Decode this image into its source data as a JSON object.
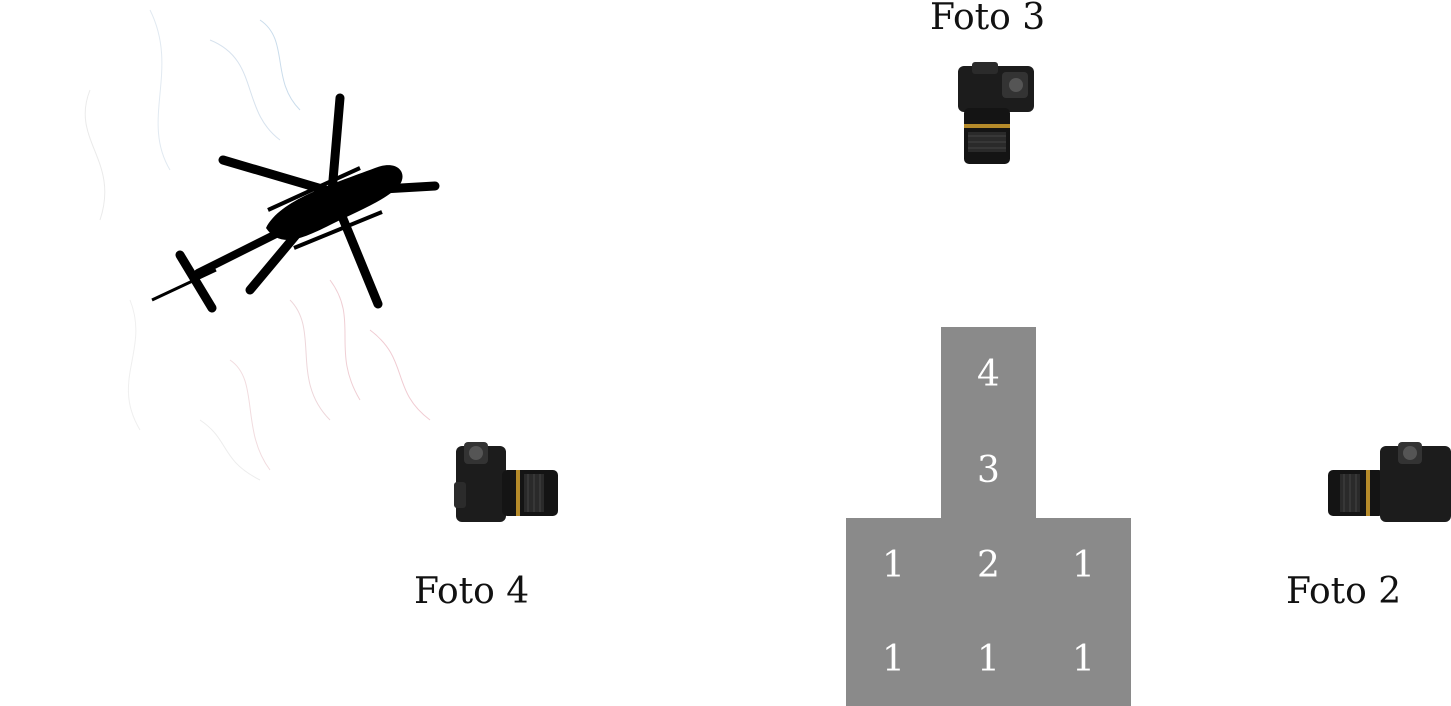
{
  "labels": {
    "photo_3": "Foto 3",
    "photo_4": "Foto 4",
    "photo_2": "Foto 2"
  },
  "block_grid": {
    "rows": [
      [
        "",
        "4",
        ""
      ],
      [
        "",
        "3",
        ""
      ],
      [
        "1",
        "2",
        "1"
      ],
      [
        "1",
        "1",
        "1"
      ]
    ]
  },
  "icons": {
    "helicopter": "helicopter-icon",
    "camera": "camera-icon"
  },
  "colors": {
    "block": "#8a8a8a",
    "block_text": "#ffffff",
    "camera_body": "#1c1c1c"
  }
}
